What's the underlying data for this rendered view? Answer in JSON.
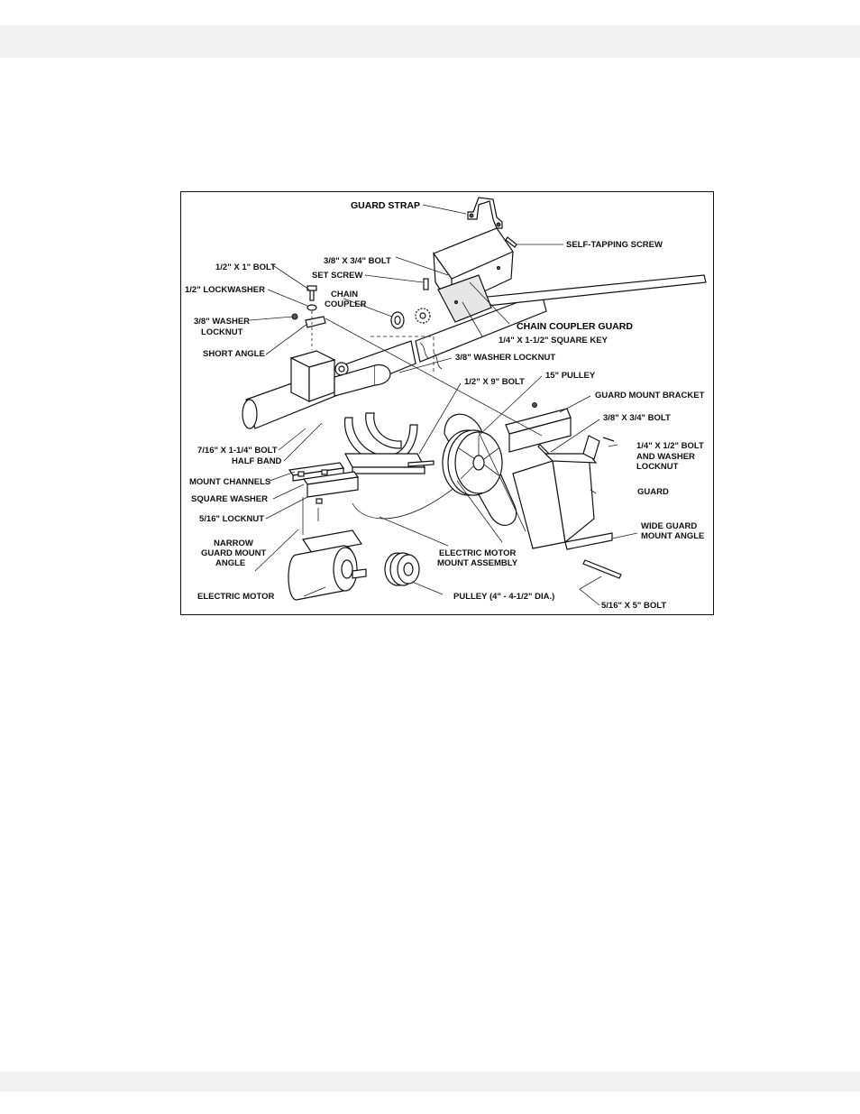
{
  "labels": {
    "guard_strap": "GUARD STRAP",
    "self_tapping_screw": "SELF-TAPPING SCREW",
    "bolt_3_8x3_4_top": "3/8\" X 3/4\" BOLT",
    "set_screw": "SET SCREW",
    "bolt_1_2x1": "1/2\" X 1\" BOLT",
    "lockwasher_1_2": "1/2\" LOCKWASHER",
    "chain_coupler": "CHAIN\nCOUPLER",
    "washer_locknut_3_8_left": "3/8\" WASHER\nLOCKNUT",
    "chain_coupler_guard": "CHAIN COUPLER GUARD",
    "square_key": "1/4\" X 1-1/2\" SQUARE KEY",
    "short_angle": "SHORT ANGLE",
    "washer_locknut_3_8_mid": "3/8\" WASHER LOCKNUT",
    "pulley_15": "15\" PULLEY",
    "bolt_1_2x9": "1/2\" X 9\" BOLT",
    "guard_mount_bracket": "GUARD MOUNT BRACKET",
    "bolt_3_8x3_4_right": "3/8\" X 3/4\" BOLT",
    "bolt_7_16": "7/16\" X 1-1/4\" BOLT",
    "half_band": "HALF BAND",
    "bolt_1_4x1_2": "1/4\" X 1/2\" BOLT\nAND WASHER\nLOCKNUT",
    "mount_channels": "MOUNT CHANNELS",
    "guard": "GUARD",
    "square_washer": "SQUARE WASHER",
    "locknut_5_16": "5/16\" LOCKNUT",
    "wide_guard_mount_angle": "WIDE GUARD\nMOUNT ANGLE",
    "narrow_guard_mount_angle": "NARROW\nGUARD MOUNT\nANGLE",
    "electric_motor_mount_assembly": "ELECTRIC MOTOR\nMOUNT ASSEMBLY",
    "electric_motor": "ELECTRIC MOTOR",
    "pulley_small": "PULLEY (4\" - 4-1/2\" DIA.)",
    "bolt_5_16x5": "5/16\" X 5\" BOLT"
  }
}
